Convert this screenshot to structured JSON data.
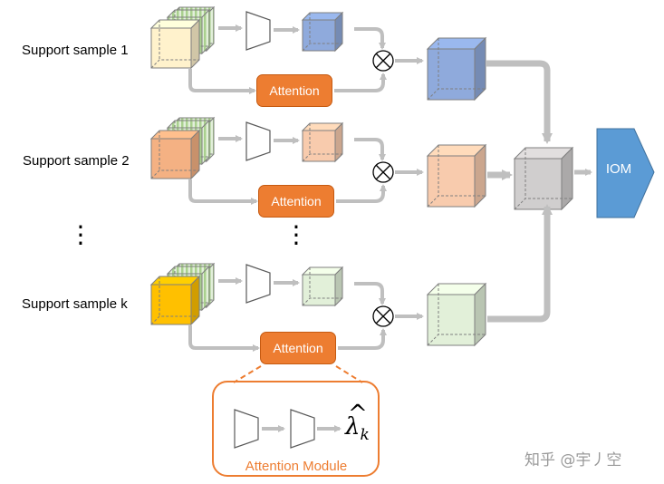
{
  "samples": [
    {
      "label": "Support sample 1",
      "attention": "Attention",
      "feature_color": "#FFF2CC",
      "output_color": "#8FAADC"
    },
    {
      "label": "Support sample 2",
      "attention": "Attention",
      "feature_color": "#F4B183",
      "output_color": "#F8CBAD"
    },
    {
      "label": "Support sample k",
      "attention": "Attention",
      "feature_color": "#FFC000",
      "output_color": "#E2F0D9"
    }
  ],
  "fusion_label": "IOM",
  "attention_module": {
    "title": "Attention Module",
    "output_symbol": "λ",
    "output_subscript": "k"
  },
  "watermark": "知乎 @宇丿空",
  "colors": {
    "attention": "#ED7D31",
    "iom": "#5B9BD5",
    "arrow": "#BFBFBF",
    "merged_cube": "#D0CECE",
    "stripes": "#A9D08E"
  }
}
